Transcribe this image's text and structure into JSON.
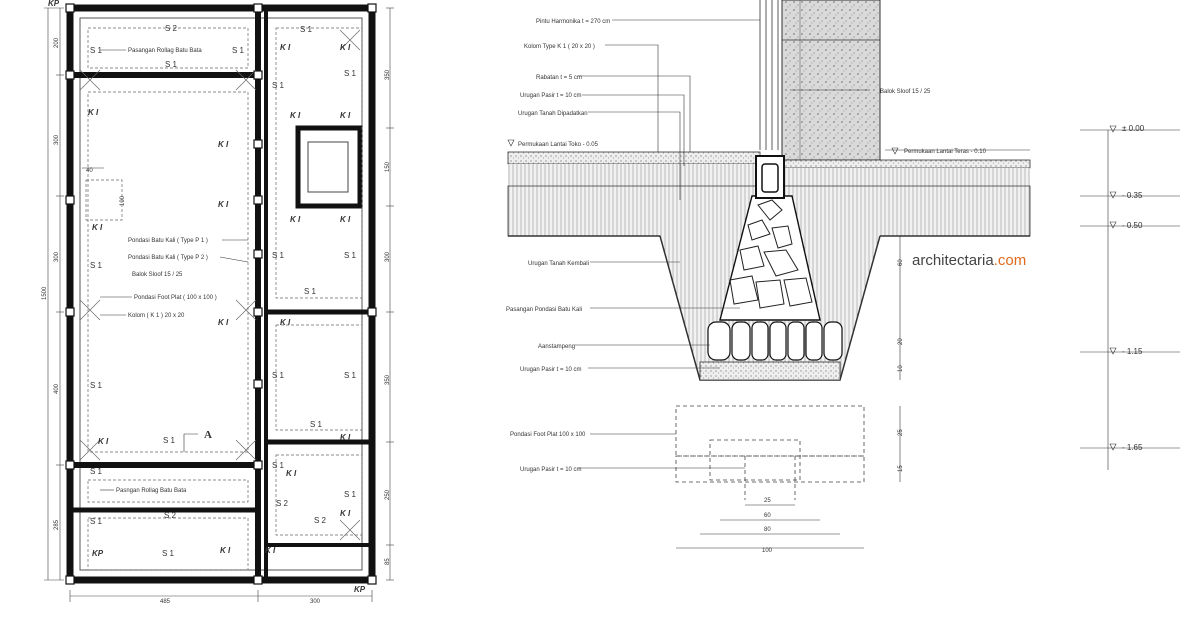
{
  "brand": {
    "main": "architectaria",
    "suffix": ".com",
    "accent_color": "#e06a1b"
  },
  "plan": {
    "wall_labels": {
      "kp_top": "KP",
      "kp_bottom_left": "KP",
      "kp_bottom_right": "KP",
      "ki": "K I"
    },
    "s_labels": [
      "S 2",
      "S 1",
      "S 1",
      "S 1",
      "S 1",
      "S 1",
      "S 1",
      "S 1",
      "S 1",
      "S 1",
      "S 1",
      "S 1",
      "S 1",
      "S 1",
      "S 1",
      "S 1",
      "S 1",
      "S 1",
      "S 2",
      "S 2",
      "S 2",
      "S 1",
      "S 1",
      "S 1"
    ],
    "callouts": [
      "Pasangan Rollag Batu Bata",
      "Pondasi Batu Kali ( Type P 1 )",
      "Pondasi Batu Kali ( Type P 2 )",
      "Balok Sloof 15 / 25",
      "Pondasi Foot Plat ( 100 x 100 )",
      "Kolom ( K 1 ) 20 x 20",
      "Pasngan Rollag Batu Bata"
    ],
    "section_marker": "A",
    "dims_left": [
      "200",
      "300",
      "300",
      "400",
      "285",
      "1500"
    ],
    "dims_right": [
      "350",
      "150",
      "300",
      "350",
      "250",
      "85"
    ],
    "dims_bottom": [
      "485",
      "300"
    ],
    "small_dims": [
      "40",
      "100"
    ]
  },
  "section": {
    "labels_left": [
      "Pintu Harmonika t = 270 cm",
      "Kolom Type K 1 ( 20 x 20 )",
      "Rabatan t = 5 cm",
      "Urugan Pasir t = 10 cm",
      "Urugan Tanah Dipadatkan",
      "Permukaan Lantai Toko - 0.05",
      "Urugan Tanah Kembali",
      "Pasangan Pondasi Batu Kali",
      "Aanstampeng",
      "Urugan Pasir t = 10 cm",
      "Pondasi Foot Plat 100 x 100",
      "Urugan Pasir t = 10 cm"
    ],
    "labels_right": [
      "Balok Sloof 15 / 25",
      "Permukaan Lantai Teras - 0.10"
    ],
    "levels": [
      "± 0.00",
      "- 0.35",
      "- 0.50",
      "- 1.15",
      "- 1.65"
    ],
    "vert_dims": [
      "60",
      "20",
      "10",
      "25",
      "15"
    ],
    "horiz_dims": [
      "25",
      "60",
      "80",
      "100"
    ]
  }
}
